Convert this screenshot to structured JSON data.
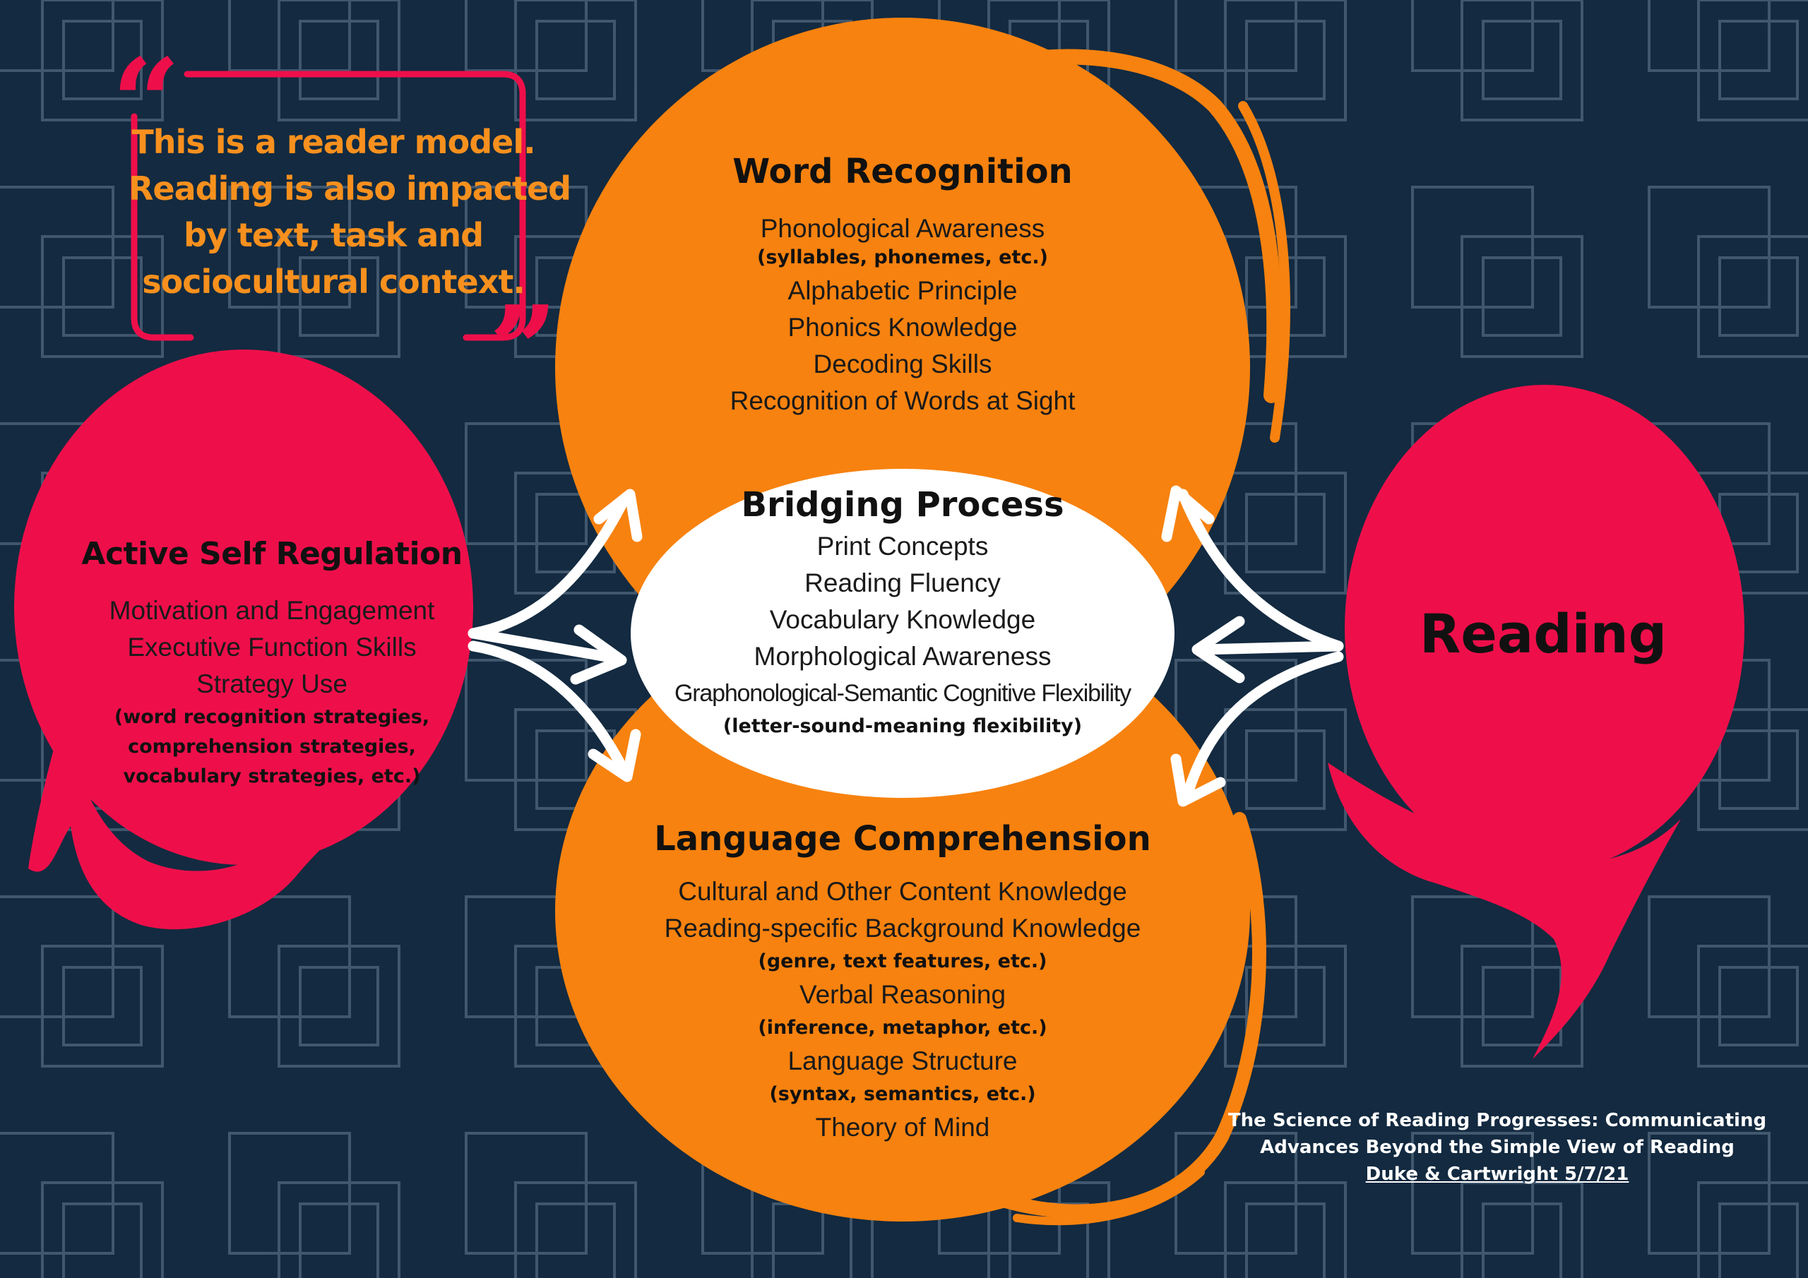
{
  "colors": {
    "background": "#132a40",
    "grid": "#4a6075",
    "orange": "#f7820f",
    "pink": "#ee0f4a",
    "white": "#ffffff",
    "quote_text": "#f7901e"
  },
  "quote": {
    "lines": [
      "This is a reader model.",
      "Reading is also impacted",
      "by text, task and",
      "sociocultural context."
    ]
  },
  "word_recognition": {
    "title": "Word Recognition",
    "items": [
      "Phonological Awareness",
      "(syllables, phonemes, etc.)",
      "Alphabetic Principle",
      "Phonics Knowledge",
      "Decoding Skills",
      "Recognition of Words at Sight"
    ]
  },
  "bridging_process": {
    "title": "Bridging Process",
    "items": [
      "Print Concepts",
      "Reading Fluency",
      "Vocabulary Knowledge",
      "Morphological Awareness",
      "Graphonological-Semantic Cognitive Flexibility",
      "(letter-sound-meaning flexibility)"
    ]
  },
  "language_comprehension": {
    "title": "Language Comprehension",
    "items": [
      "Cultural and Other Content Knowledge",
      "Reading-specific Background Knowledge",
      "(genre, text features, etc.)",
      "Verbal Reasoning",
      "(inference, metaphor, etc.)",
      "Language Structure",
      "(syntax, semantics, etc.)",
      "Theory of Mind"
    ]
  },
  "active_self_regulation": {
    "title": "Active Self Regulation",
    "items": [
      "Motivation and Engagement",
      "Executive Function Skills",
      "Strategy Use",
      "(word recognition strategies,",
      "comprehension strategies,",
      "vocabulary strategies, etc.)"
    ]
  },
  "reading": {
    "title": "Reading"
  },
  "citation": {
    "line1": "The Science of Reading Progresses: Communicating",
    "line2": "Advances Beyond the Simple View of Reading",
    "line3": "Duke & Cartwright 5/7/21"
  }
}
